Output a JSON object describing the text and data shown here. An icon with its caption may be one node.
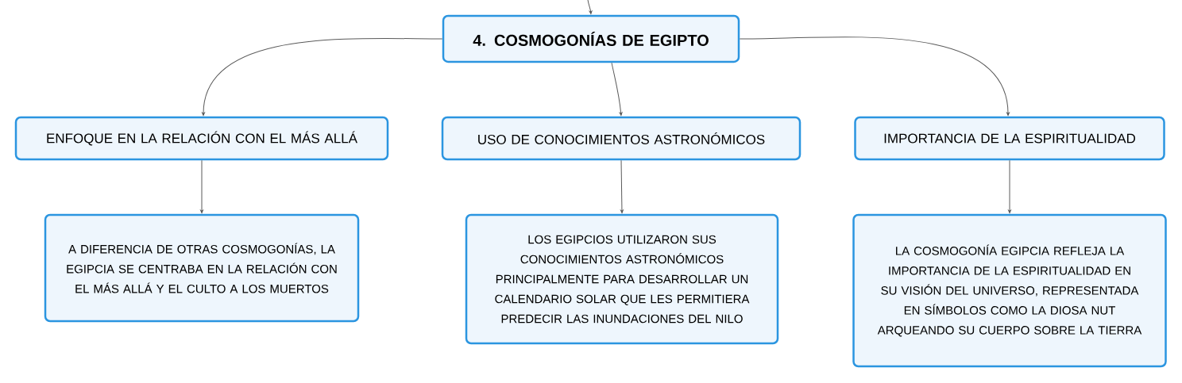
{
  "diagram": {
    "nodes": [
      {
        "text": [
          "4. COSMOGONÍAS DE EGIPTO"
        ]
      },
      {
        "text": [
          "ENFOQUE EN LA RELACIÓN CON EL MÁS ALLÁ"
        ]
      },
      {
        "text": [
          "USO DE CONOCIMIENTOS ASTRONÓMICOS"
        ]
      },
      {
        "text": [
          "IMPORTANCIA DE LA ESPIRITUALIDAD"
        ]
      },
      {
        "text": [
          "A DIFERENCIA DE OTRAS COSMOGONÍAS, LA EGIPCIA SE CENTRABA EN LA RELACIÓN CON EL MÁS ALLÁ Y EL CULTO A LOS MUERTOS"
        ]
      },
      {
        "text": [
          "LOS EGIPCIOS UTILIZARON SUS CONOCIMIENTOS ASTRONÓMICOS PRINCIPALMENTE PARA DESARROLLAR UN CALENDARIO SOLAR QUE LES PERMITIERA PREDECIR LAS INUNDACIONES DEL NILO"
        ]
      },
      {
        "text": [
          "LA COSMOGONÍA EGIPCIA REFLEJA LA IMPORTANCIA DE LA ESPIRITUALIDAD EN SU VISIÓN DEL UNIVERSO, REPRESENTADA EN SÍMBOLOS COMO LA DIOSA NUT ARQUEANDO SU CUERPO SOBRE LA TIERRA"
        ]
      }
    ],
    "edges": [
      {
        "from": null,
        "to": 0,
        "arrow": "to"
      },
      {
        "from": 0,
        "to": 1,
        "arrow": "to"
      },
      {
        "from": 0,
        "to": 2,
        "arrow": "to"
      },
      {
        "from": 0,
        "to": 3,
        "arrow": "to"
      },
      {
        "from": 1,
        "to": 4,
        "arrow": "to"
      },
      {
        "from": 2,
        "to": 5,
        "arrow": "to"
      },
      {
        "from": 3,
        "to": 6,
        "arrow": "to"
      }
    ]
  }
}
